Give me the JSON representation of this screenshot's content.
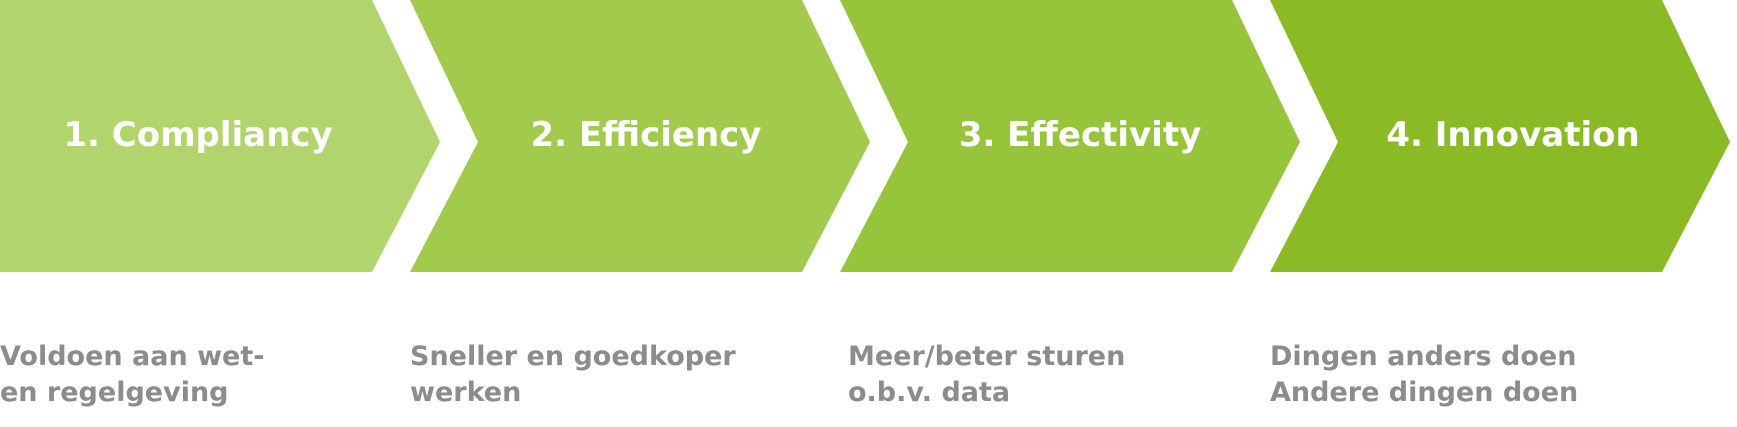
{
  "colors": {
    "step_fills": [
      "#b1d46c",
      "#a2cb4e",
      "#96c43b",
      "#8abb26"
    ],
    "title_text": "#ffffff",
    "description_text": "#8c8c8c",
    "background": "#ffffff"
  },
  "steps": [
    {
      "title": "1. Compliancy",
      "description_lines": [
        "Voldoen aan wet-",
        "en regelgeving"
      ]
    },
    {
      "title": "2. Efficiency",
      "description_lines": [
        "Sneller en goedkoper",
        "werken"
      ]
    },
    {
      "title": "3. Effectivity",
      "description_lines": [
        "Meer/beter sturen",
        "o.b.v. data"
      ]
    },
    {
      "title": "4. Innovation",
      "description_lines": [
        "Dingen anders doen",
        "Andere dingen doen"
      ]
    }
  ]
}
